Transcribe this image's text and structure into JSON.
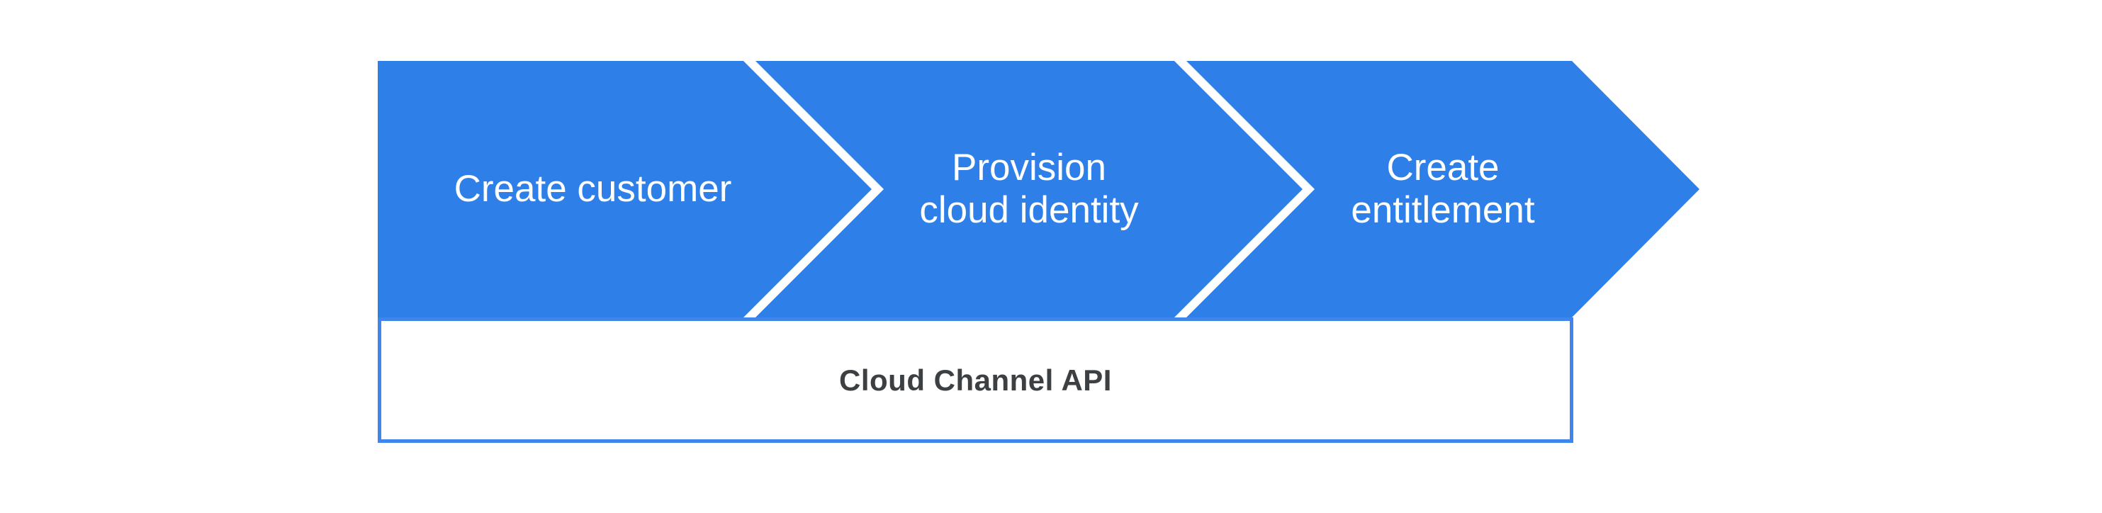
{
  "colors": {
    "canvas_bg": "#ffffff",
    "accent": "#2e80e8",
    "box_border": "#3e85ec",
    "label_text": "#ffffff",
    "api_text": "#3c4043"
  },
  "diagram": {
    "type": "process-flow",
    "steps": [
      {
        "label": "Create customer",
        "lines": [
          "Create customer"
        ]
      },
      {
        "label": "Provision cloud identity",
        "lines": [
          "Provision",
          "cloud identity"
        ]
      },
      {
        "label": "Create entitlement",
        "lines": [
          "Create",
          "entitlement"
        ]
      }
    ],
    "base": {
      "label": "Cloud Channel API"
    }
  }
}
